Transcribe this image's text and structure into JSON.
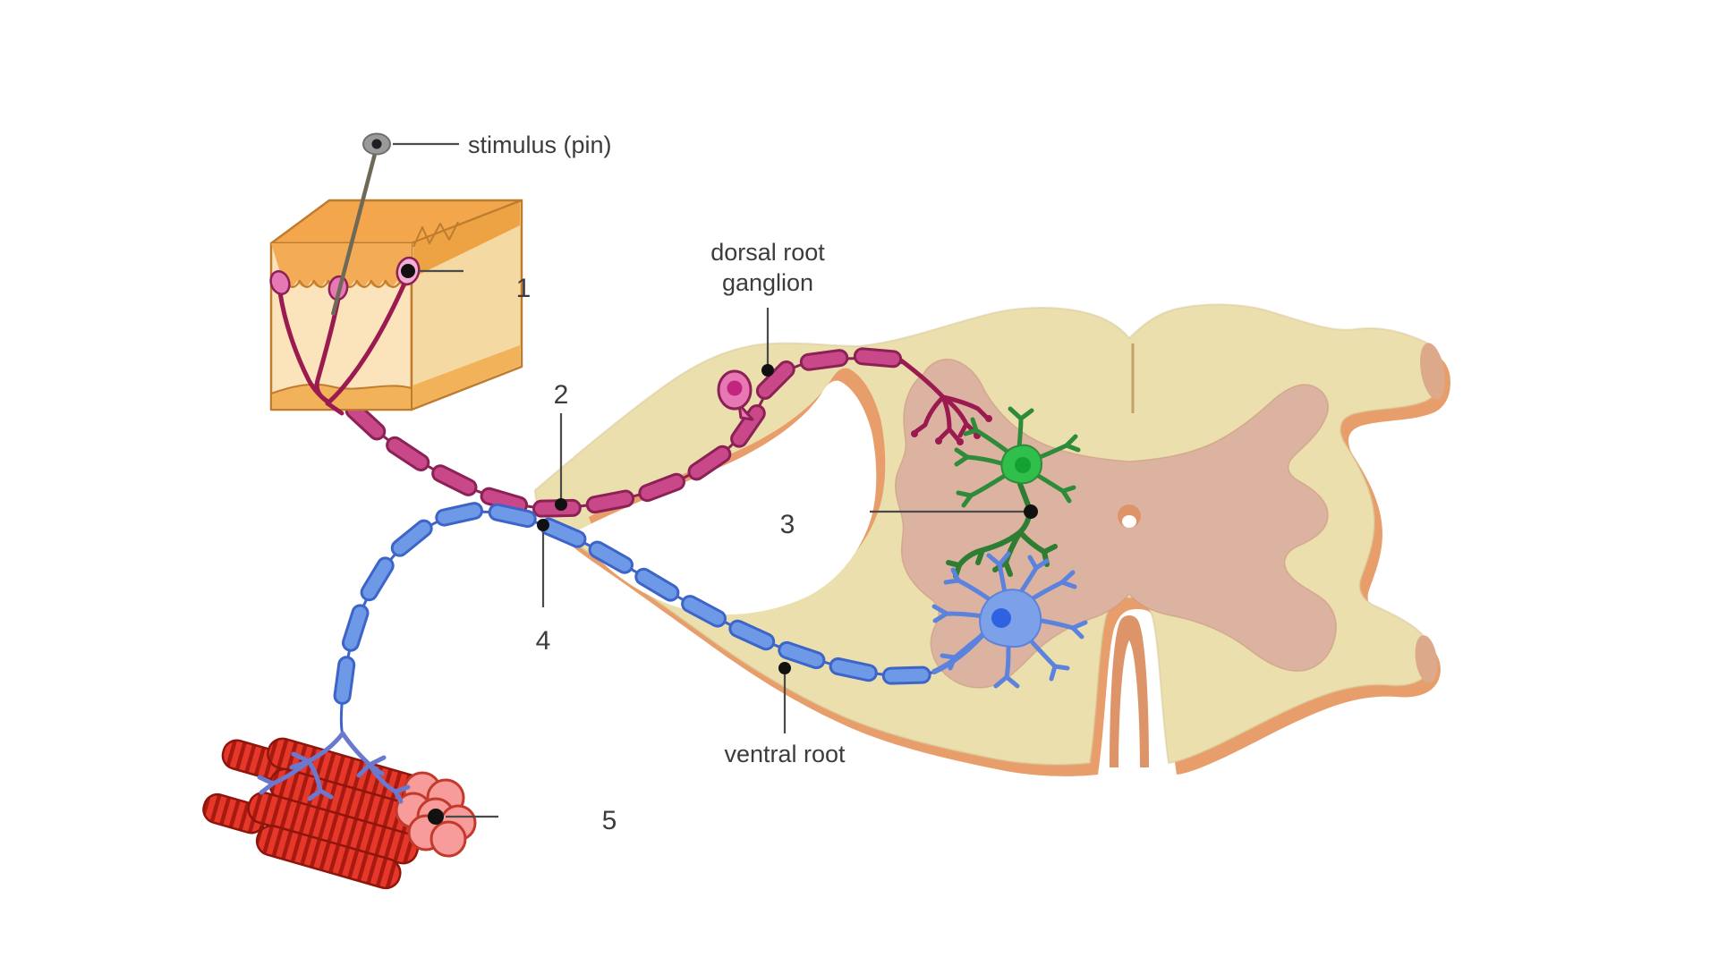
{
  "labels": {
    "stimulus": "stimulus (pin)",
    "dorsal_root_ganglion_line1": "dorsal root",
    "dorsal_root_ganglion_line2": "ganglion",
    "ventral_root": "ventral root",
    "n1": "1",
    "n2": "2",
    "n3": "3",
    "n4": "4",
    "n5": "5"
  },
  "colors": {
    "label_text": "#3c3c3c",
    "leader_line": "#4a4a4a",
    "sensory_axon": "#c9488a",
    "sensory_outline": "#8c2156",
    "sensory_dark": "#9b1b50",
    "receptor_fill": "#e878b4",
    "receptor_pale": "#f2aed4",
    "ganglion_nucleus": "#c2257e",
    "motor_axon": "#6d99e6",
    "motor_outline": "#3d64c8",
    "motor_branch": "#5b82dc",
    "motor_soma": "#7ca1e8",
    "motor_nucleus": "#2f62e0",
    "motor_terminal": "#6a79ce",
    "inter_soma": "#2fbf4a",
    "inter_nucleus": "#13a132",
    "inter_branch": "#2e8b3a",
    "inter_terminal": "#2f7d32",
    "white_matter": "#ebdfad",
    "gray_matter": "#dcb3a1",
    "cord_under": "#e79e6a",
    "cut_face": "#dca98a",
    "canal_ring": "#dd9468",
    "sulcus": "#c2a269",
    "skin_top": "#f3a64b",
    "skin_front": "#fbe3bc",
    "skin_side": "#f5d9a3",
    "skin_strip": "#f3ac55",
    "skin_strip_low": "#f2b25a",
    "skin_side_strip": "#eda243",
    "skin_outline": "#be7d2e",
    "muscle_red": "#e6382a",
    "muscle_stripe": "#a81a10",
    "muscle_outline": "#8e150c",
    "muscle_end": "#f79c9b",
    "muscle_end_outline": "#c3392b",
    "pin_head": "#9a9a9a",
    "pin_shaft": "#6f6a58"
  }
}
